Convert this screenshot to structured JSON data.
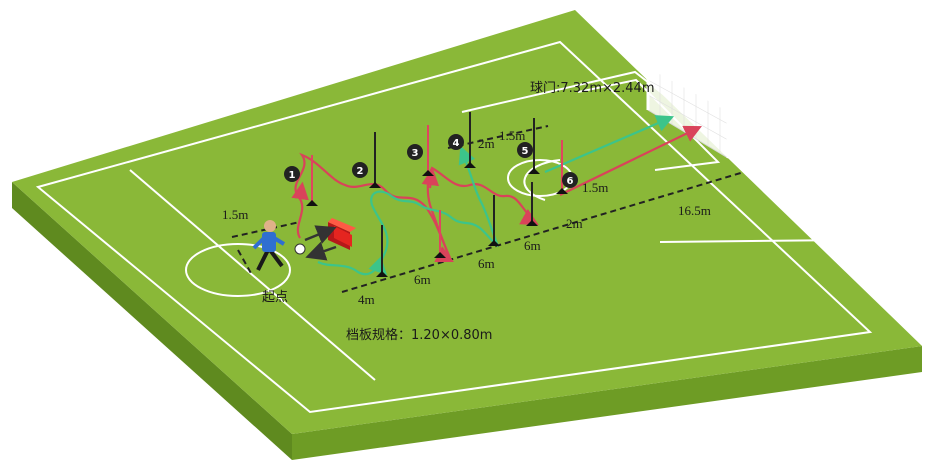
{
  "labels": {
    "goal_size": "球门:7.32m×2.44m",
    "start": "起点",
    "board_spec": "档板规格：1.20×0.80m",
    "dist_1_5m_left": "1.5m",
    "dist_4m": "4m",
    "dist_6m_a": "6m",
    "dist_6m_b": "6m",
    "dist_6m_c": "6m",
    "dist_2m_bottom": "2m",
    "dist_2m_top": "2m",
    "dist_1_5m_top": "1.5m",
    "dist_1_5m_right": "1.5m",
    "dist_16_5m": "16.5m"
  },
  "stations": [
    "1",
    "2",
    "3",
    "4",
    "5",
    "6"
  ],
  "colors": {
    "turf_top": "#8ab838",
    "turf_side": "#5f8a1f",
    "turf_front": "#6e9c25",
    "line": "#ffffff",
    "path_red": "#d9435a",
    "path_green": "#3cc48a",
    "pole_red": "#e0455f",
    "pole_black": "#222222",
    "board": "#e52520",
    "player_shirt": "#2f6fd1",
    "marker_bg": "#222222"
  }
}
